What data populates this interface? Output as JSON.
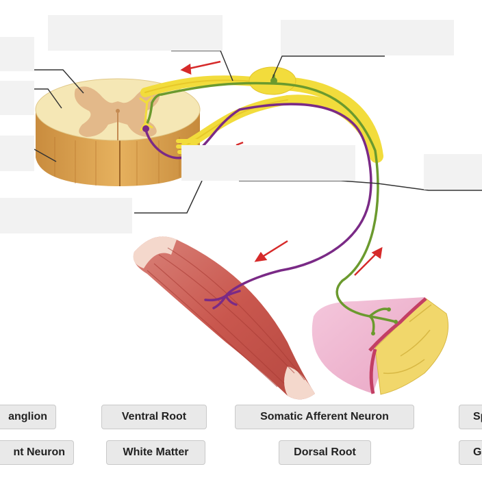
{
  "colors": {
    "afferent_neuron": "#6b9a2e",
    "efferent_neuron": "#7a2a86",
    "nerve": "#f2dc3c",
    "arrow": "#d62a2a",
    "label_box": "#f2f2f2",
    "chip_fill": "#e9e9e9"
  },
  "word_bank": [
    {
      "label": "anglion"
    },
    {
      "label": "Ventral Root"
    },
    {
      "label": "Somatic Afferent Neuron"
    },
    {
      "label": "Sp"
    },
    {
      "label": "nt Neuron"
    },
    {
      "label": "White Matter"
    },
    {
      "label": "Dorsal Root"
    },
    {
      "label": "G"
    }
  ]
}
